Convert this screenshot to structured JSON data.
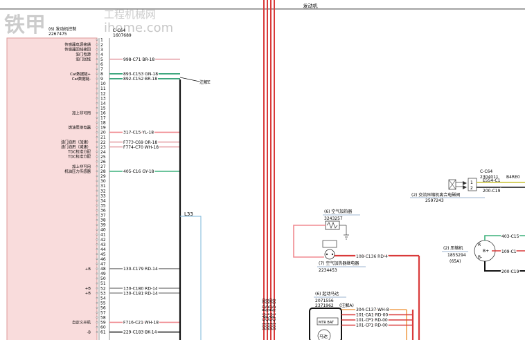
{
  "watermark": {
    "brand": "铁甲",
    "tagline": "工程机械网",
    "domain": "ihome.com"
  },
  "header": {
    "title": "发动机"
  },
  "ecm": {
    "title": "(6) 发动机控制",
    "part_number": "2267475",
    "connector_name": "C-C64",
    "connector_part": "1607689",
    "pins": [
      "1",
      "2",
      "3",
      "4",
      "5",
      "6",
      "7",
      "8",
      "9",
      "10",
      "11",
      "12",
      "13",
      "14",
      "15",
      "16",
      "17",
      "18",
      "19",
      "20",
      "21",
      "22",
      "23",
      "24",
      "25",
      "26",
      "27",
      "28",
      "29",
      "30",
      "31",
      "32",
      "33",
      "34",
      "35",
      "36",
      "37",
      "38",
      "39",
      "40",
      "41",
      "42",
      "43",
      "44",
      "45",
      "46",
      "47",
      "48",
      "49",
      "50",
      "51",
      "52",
      "53",
      "54",
      "55",
      "56",
      "57",
      "58",
      "59",
      "60",
      "61"
    ]
  },
  "pin_labels": [
    {
      "pin": 2,
      "text": "传感器电源接通"
    },
    {
      "pin": 3,
      "text": "传感器回线接回"
    },
    {
      "pin": 4,
      "text": "油门电源"
    },
    {
      "pin": 5,
      "text": "油门回线"
    },
    {
      "pin": 8,
      "text": "Cat数据链+"
    },
    {
      "pin": 9,
      "text": "Cat数据链-"
    },
    {
      "pin": 16,
      "text": "加上非可用"
    },
    {
      "pin": 19,
      "text": "燃油泵继电器"
    },
    {
      "pin": 22,
      "text": "油门油用（加速）"
    },
    {
      "pin": 23,
      "text": "油门油用（减速）"
    },
    {
      "pin": 24,
      "text": "TDC校准分配"
    },
    {
      "pin": 25,
      "text": "TDC校准分配"
    },
    {
      "pin": 27,
      "text": "加上非可用"
    },
    {
      "pin": 28,
      "text": "机油压力传感器"
    },
    {
      "pin": 48,
      "text": "+B"
    },
    {
      "pin": 52,
      "text": "+B"
    },
    {
      "pin": 53,
      "text": "+B"
    },
    {
      "pin": 59,
      "text": "自定义开机"
    },
    {
      "pin": 61,
      "text": "-B"
    }
  ],
  "ecm_wires": [
    {
      "pin": 5,
      "label": "998-C71 BR-18",
      "color": "#e6a1a8"
    },
    {
      "pin": 8,
      "label": "893-C153 GN-18",
      "color": "#1f9a6a"
    },
    {
      "pin": 9,
      "label": "892-C152 BR-18",
      "color": "#1f9a6a"
    },
    {
      "pin": 20,
      "label": "317-C15 YL-18",
      "color": "#f08a90"
    },
    {
      "pin": 22,
      "label": "F773-C69 OR-18",
      "color": "#e6a1a8"
    },
    {
      "pin": 23,
      "label": "F774-C70 WH-18",
      "color": "#e6a1a8"
    },
    {
      "pin": 28,
      "label": "405-C16 GY-18",
      "color": "#3bb07a"
    },
    {
      "pin": 48,
      "label": "130-C179 RD-14",
      "color": "#999999"
    },
    {
      "pin": 52,
      "label": "130-C180 RD-14",
      "color": "#999999"
    },
    {
      "pin": 53,
      "label": "130-C181 RD-14",
      "color": "#999999"
    },
    {
      "pin": 59,
      "label": "F716-C21 WH-18",
      "color": "#f08a90"
    },
    {
      "pin": 61,
      "label": "229-C183 BK-14",
      "color": "#111111"
    }
  ],
  "note_label": "注解E",
  "harness_label": "L33",
  "bus_labels": [
    "101-CA1 RD-00",
    "101-CP1 RD-00",
    "101-CA1 RD-00",
    "101-CP1 RD-00"
  ],
  "air_heater": {
    "title": "(6) 空气加热器",
    "part": "3243257",
    "wire": "108-C136 RD-4",
    "relay_title": "(7) 空气加热器继电器",
    "relay_part": "2234453"
  },
  "starter": {
    "title": "(6) 起动马达",
    "part1": "2071556",
    "part2": "2371962",
    "note": "(注解A)",
    "body_label": "马达",
    "solenoid_label": "MTR BAT",
    "wires": [
      {
        "label": "304-C137 WH-8",
        "color": "#f0a050"
      },
      {
        "label": "101-CA1 RD-00",
        "color": "#d93a3a"
      },
      {
        "label": "101-CP1 RD-00",
        "color": "#d93a3a"
      },
      {
        "label": "101-CP1 RD-00",
        "color": "#d93a3a"
      }
    ]
  },
  "ac_clutch": {
    "connector": "C-C64",
    "part": "2304011",
    "part_suffix": "B4RE0",
    "wires": [
      "E554-C1",
      "200-C19"
    ],
    "title": "(2) 交流压缩机离合电磁阀",
    "title_part": "2597243"
  },
  "alternator": {
    "title": "(2) 压缩机",
    "part": "1855294",
    "rating": "(65A)",
    "terminals": [
      "R",
      "B+",
      "B-"
    ],
    "wires": [
      "403-C15",
      "109-C1",
      "200-C19"
    ],
    "wire_colors": [
      "#3bb07a",
      "#d93a3a",
      "#111111"
    ]
  }
}
